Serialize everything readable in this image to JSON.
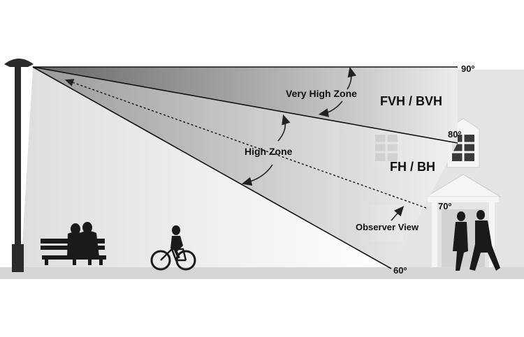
{
  "angles": {
    "a90": "90º",
    "a80": "80º",
    "a70": "70º",
    "a60": "60º"
  },
  "zones": {
    "very_high": "Very High Zone",
    "high": "High Zone",
    "observer": "Observer View"
  },
  "regions": {
    "upper": "FVH / BVH",
    "lower": "FH / BH"
  },
  "colors": {
    "ground": "#d6d6d6",
    "silhouette": "#1a1a1a",
    "building": "#e6e6e6",
    "zone_dark": "#7a7a7a",
    "zone_light": "#f2f2f2"
  }
}
